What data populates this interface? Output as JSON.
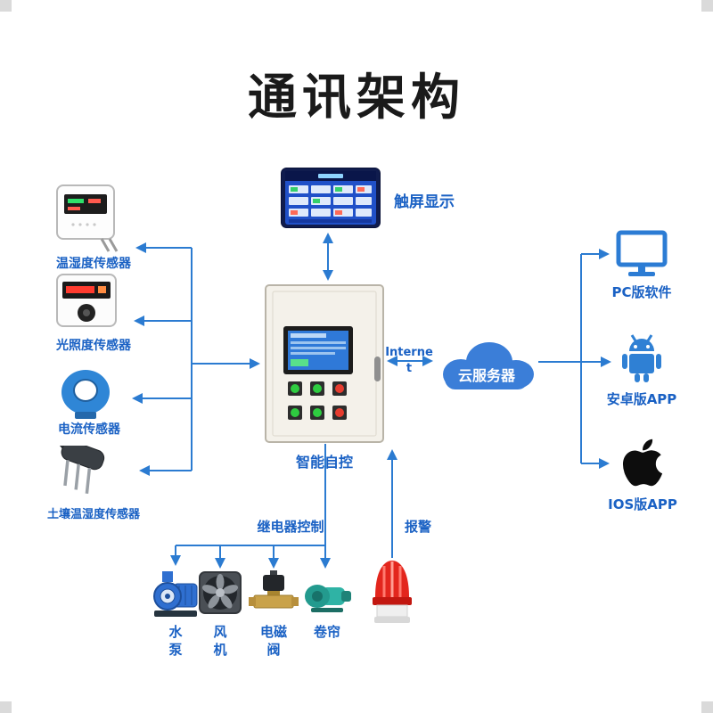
{
  "title": "通讯架构",
  "colors": {
    "line": "#2b7bd1",
    "label": "#1a61c4",
    "cloud": "#3b7ed8",
    "title": "#1a1a1a"
  },
  "top": {
    "touchscreen_label": "触屏显示"
  },
  "center": {
    "controller_label": "智能自控",
    "internet_label": "Internet",
    "cloud_label": "云服务器"
  },
  "right": {
    "pc_label": "PC版软件",
    "android_label": "安卓版APP",
    "ios_label": "IOS版APP"
  },
  "sensors": [
    {
      "label": "温湿度传感器"
    },
    {
      "label": "光照度传感器"
    },
    {
      "label": "电流传感器"
    },
    {
      "label": "土壤温湿度传感器"
    }
  ],
  "bottom": {
    "relay_label": "继电器控制",
    "alarm_label": "报警",
    "actuators": [
      {
        "label": "水泵"
      },
      {
        "label": "风机"
      },
      {
        "label": "电磁阀"
      },
      {
        "label": "卷帘"
      }
    ]
  }
}
